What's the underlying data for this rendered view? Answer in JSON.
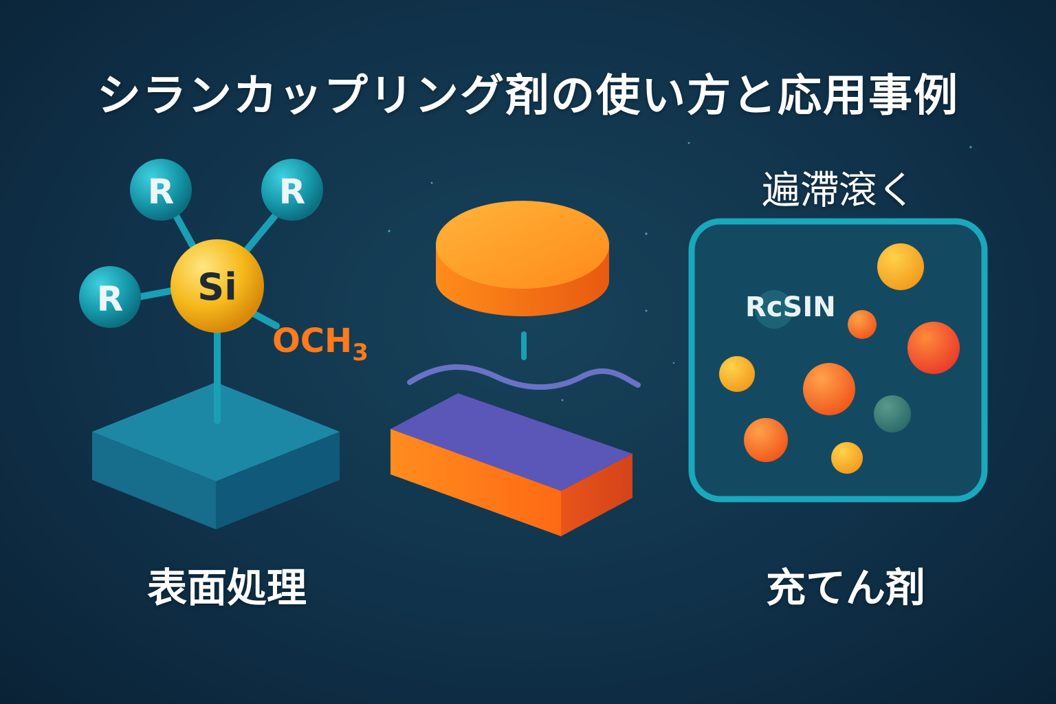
{
  "title": "シランカップリング剤の使い方と応用事例",
  "molecule": {
    "center": "Si",
    "r_groups": [
      "R",
      "R",
      "R"
    ],
    "methoxy": "OCH",
    "methoxy_subscript": "3"
  },
  "labels": {
    "surface_treatment": "表面処理",
    "top_right": "遍滯滾く",
    "filler": "充てん剤"
  },
  "resin_box": {
    "text": "RcSIN"
  },
  "colors": {
    "background": "#10324a",
    "teal": "#1aa0b5",
    "silicon": "#f6b91c",
    "orange": "#ff7a1a",
    "purple": "#5b57b8"
  }
}
